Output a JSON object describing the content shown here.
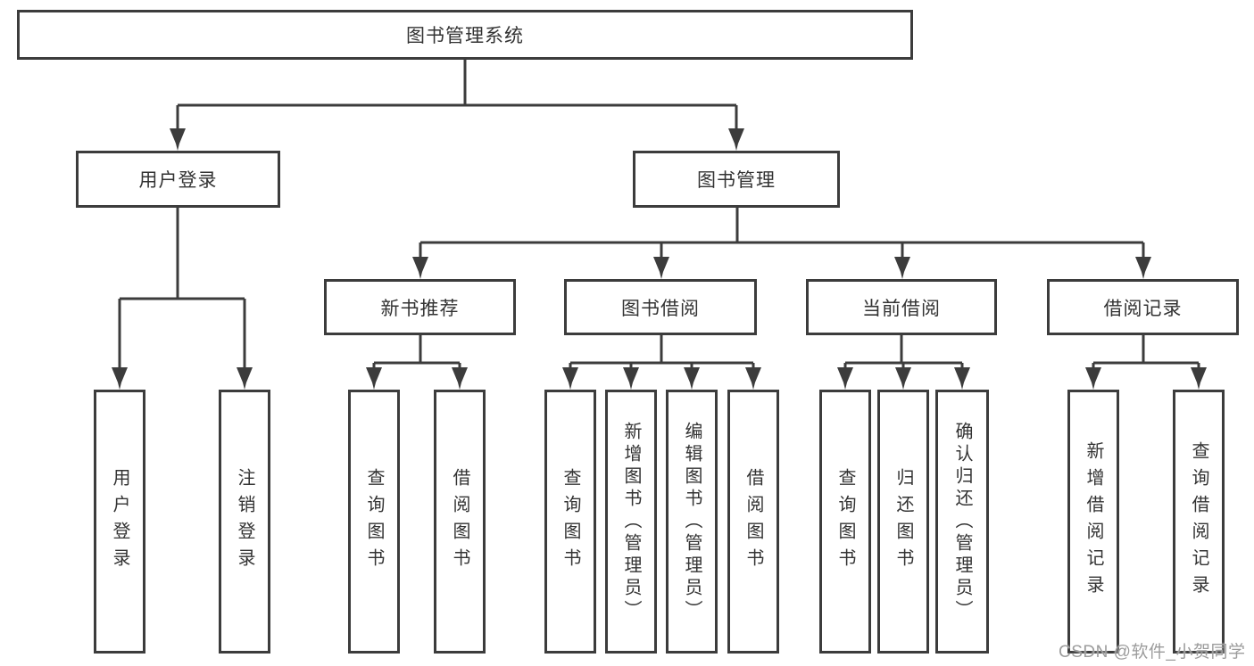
{
  "diagram": {
    "type": "functional-structure-tree",
    "colors": {
      "line": "#3c3c3c",
      "box_border": "#3c3c3c",
      "text": "#333333",
      "background": "#ffffff",
      "watermark": "#9c9c9c"
    }
  },
  "tree": {
    "label": "图书管理系统",
    "children": [
      {
        "label": "用户登录",
        "children": [
          {
            "label": "用户登录"
          },
          {
            "label": "注销登录"
          }
        ]
      },
      {
        "label": "图书管理",
        "children": [
          {
            "label": "新书推荐",
            "children": [
              {
                "label": "查询图书"
              },
              {
                "label": "借阅图书"
              }
            ]
          },
          {
            "label": "图书借阅",
            "children": [
              {
                "label": "查询图书"
              },
              {
                "label": "新增图书（管理员）"
              },
              {
                "label": "编辑图书（管理员）"
              },
              {
                "label": "借阅图书"
              }
            ]
          },
          {
            "label": "当前借阅",
            "children": [
              {
                "label": "查询图书"
              },
              {
                "label": "归还图书"
              },
              {
                "label": "确认归还（管理员）"
              }
            ]
          },
          {
            "label": "借阅记录",
            "children": [
              {
                "label": "新增借阅记录"
              },
              {
                "label": "查询借阅记录"
              }
            ]
          }
        ]
      }
    ]
  },
  "watermark": {
    "text": "CSDN @软件_小贺同学"
  }
}
